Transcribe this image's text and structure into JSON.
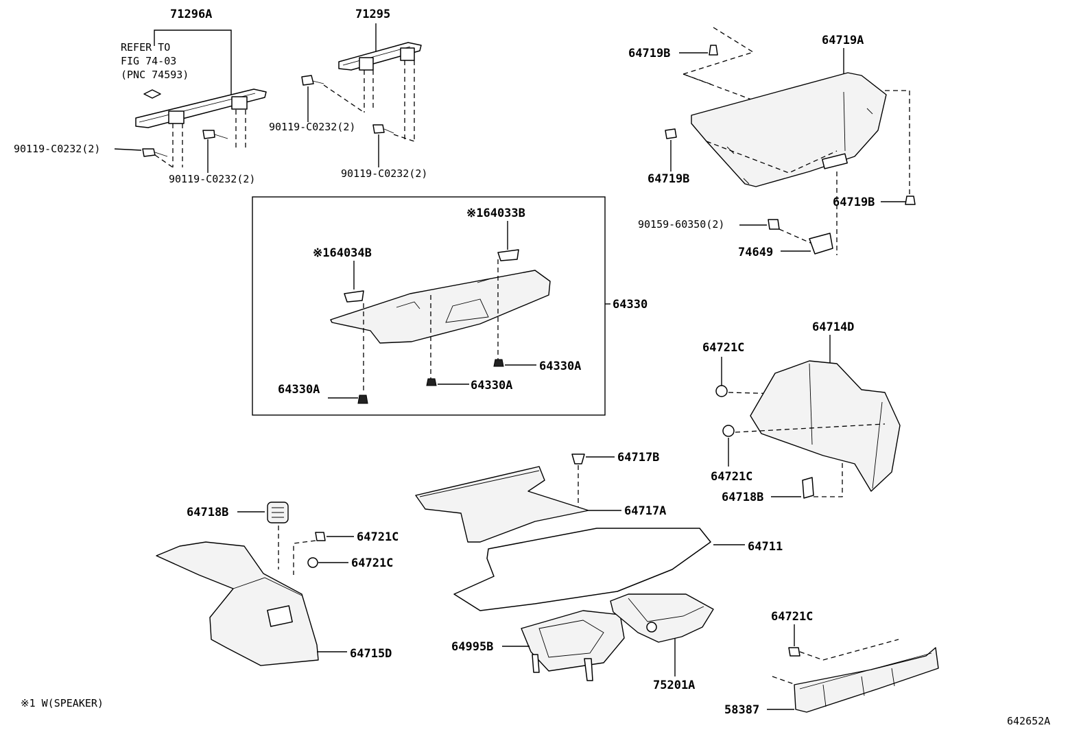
{
  "refer_note": {
    "line1": "REFER TO",
    "line2": "FIG 74-03",
    "line3": "(PNC 74593)"
  },
  "labels": {
    "p71296A": "71296A",
    "p71295": "71295",
    "p90119_a": "90119-C0232(2)",
    "p90119_b": "90119-C0232(2)",
    "p90119_c": "90119-C0232(2)",
    "p90119_d": "90119-C0232(2)",
    "p64719A": "64719A",
    "p64719B_top": "64719B",
    "p64719B_left": "64719B",
    "p64719B_right": "64719B",
    "p90159": "90159-60350(2)",
    "p74649": "74649",
    "p64330": "64330",
    "p64033B": "※164033B",
    "p64034B": "※164034B",
    "p64330A_r": "64330A",
    "p64330A_m": "64330A",
    "p64330A_l": "64330A",
    "p64714D": "64714D",
    "p64721C_a": "64721C",
    "p64721C_b": "64721C",
    "p64718B_r": "64718B",
    "p64717B": "64717B",
    "p64717A": "64717A",
    "p64711": "64711",
    "p64718B_l": "64718B",
    "p64721C_c": "64721C",
    "p64721C_d": "64721C",
    "p64715D": "64715D",
    "p64995B": "64995B",
    "p75201A": "75201A",
    "p64721C_e": "64721C",
    "p58387": "58387"
  },
  "footnote": "※1 W(SPEAKER)",
  "figure_id": "642652A"
}
